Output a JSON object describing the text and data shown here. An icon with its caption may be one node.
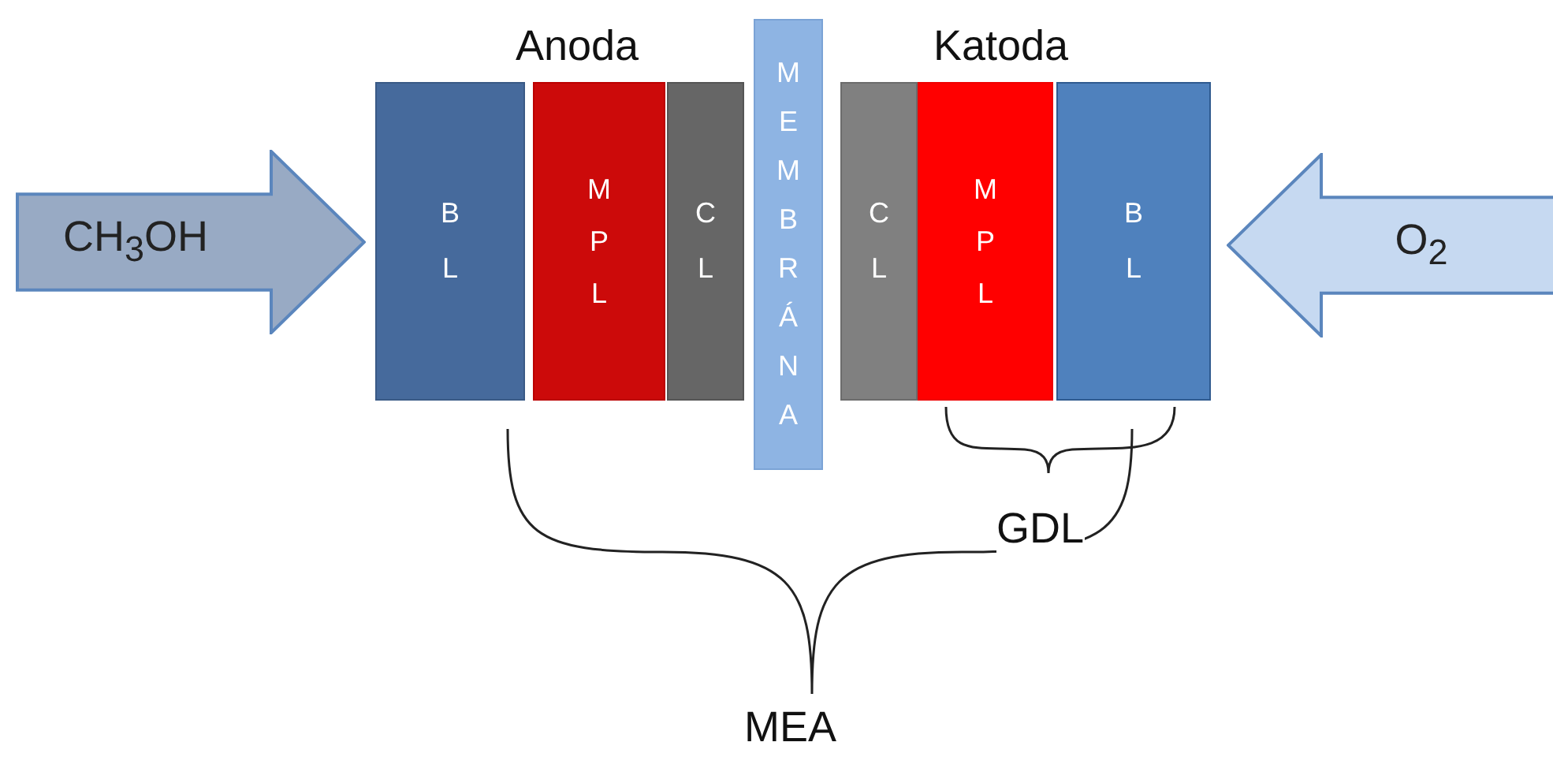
{
  "diagram": {
    "nodes": [
      {
        "text": [
          "CH$_{3}$OH"
        ]
      },
      {
        "text": [
          "BL"
        ]
      },
      {
        "text": [
          "MPL"
        ]
      },
      {
        "text": [
          "CL"
        ]
      },
      {
        "text": [
          "MEMBRÁNA"
        ]
      },
      {
        "text": [
          "CL"
        ]
      },
      {
        "text": [
          "MPL"
        ]
      },
      {
        "text": [
          "BL"
        ]
      },
      {
        "text": [
          "O$_{2}$"
        ]
      }
    ],
    "edges": [],
    "labels": [
      "Anoda",
      "Katoda",
      "GDL",
      "MEA"
    ]
  }
}
